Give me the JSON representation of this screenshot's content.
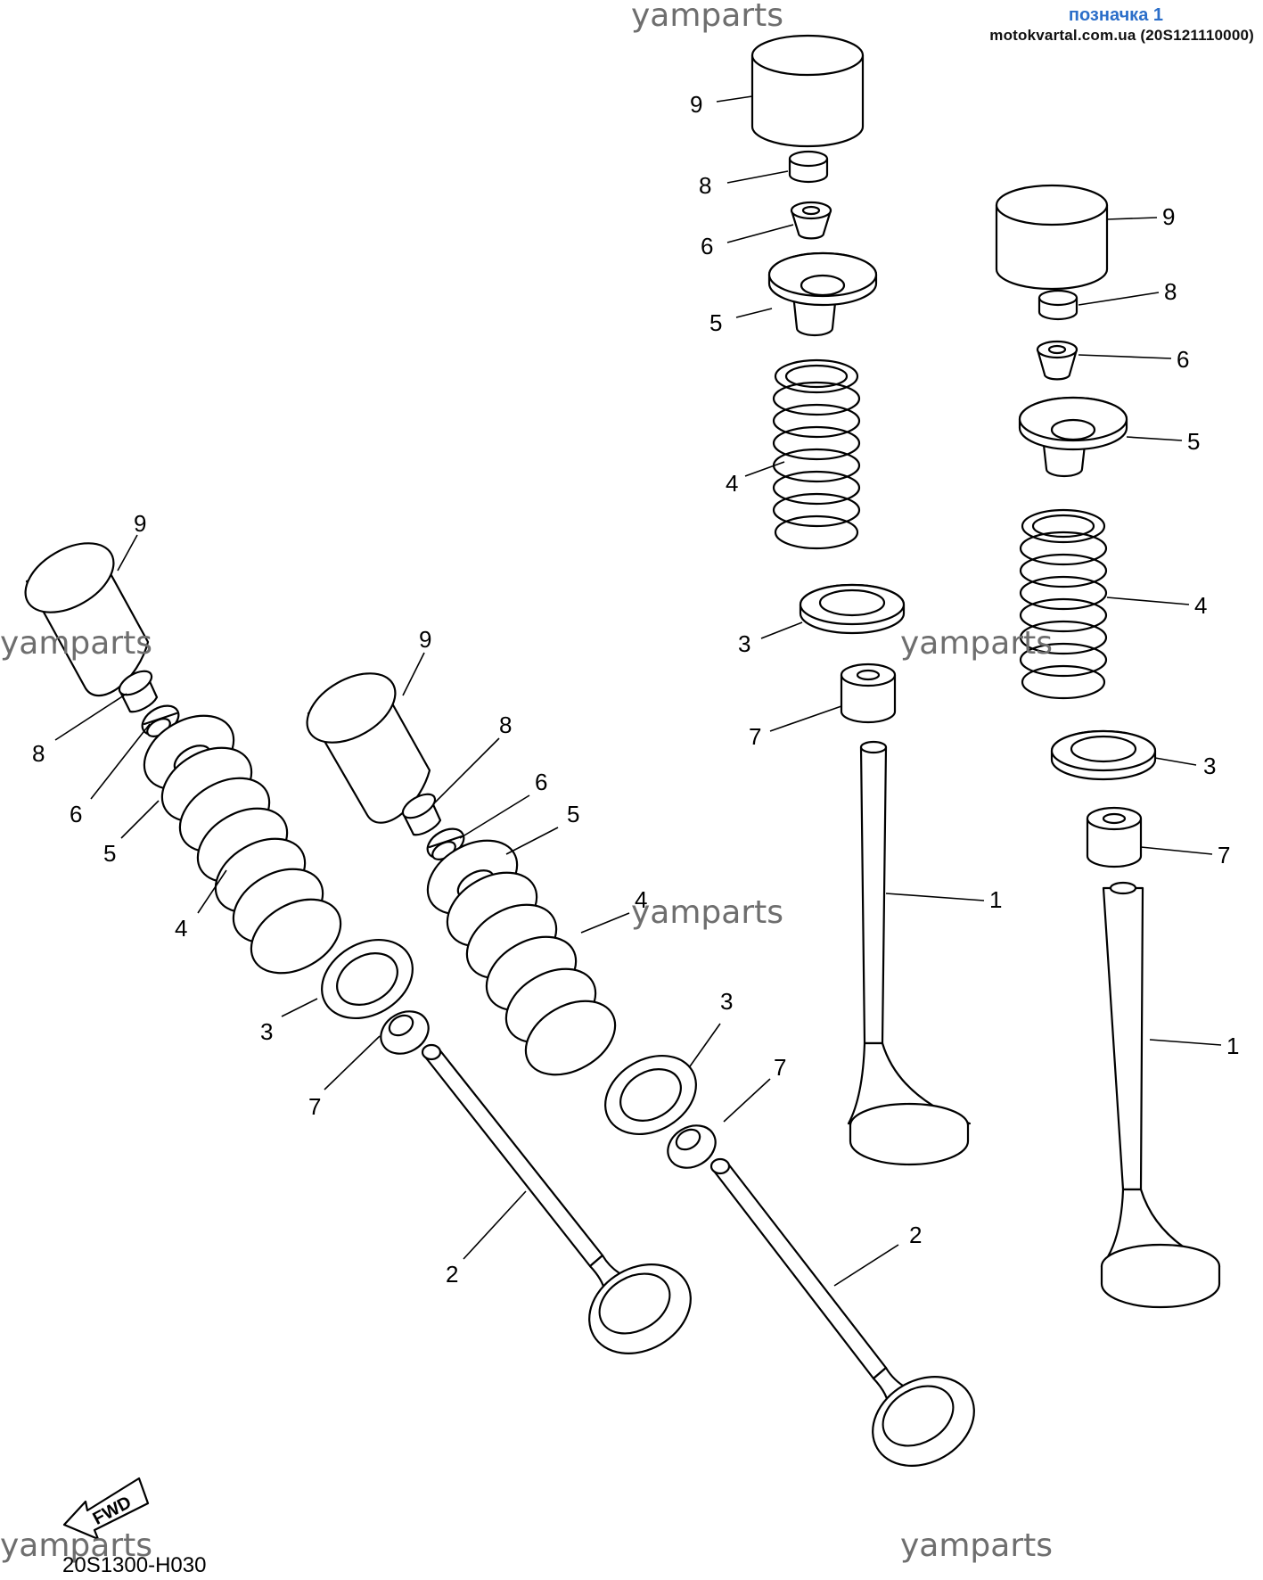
{
  "header": {
    "title": "позначка 1",
    "source": "motokvartal.com.ua (20S121110000)"
  },
  "watermark": "yamparts",
  "diagram_code": "20S1300-H030",
  "fwd_label": "FWD",
  "labels": {
    "n1": "1",
    "n2": "2",
    "n3": "3",
    "n4": "4",
    "n5": "5",
    "n6": "6",
    "n7": "7",
    "n8": "8",
    "n9": "9"
  },
  "colors": {
    "line": "#000000",
    "title": "#2b6ec9",
    "watermark": "#6e6e6e"
  }
}
